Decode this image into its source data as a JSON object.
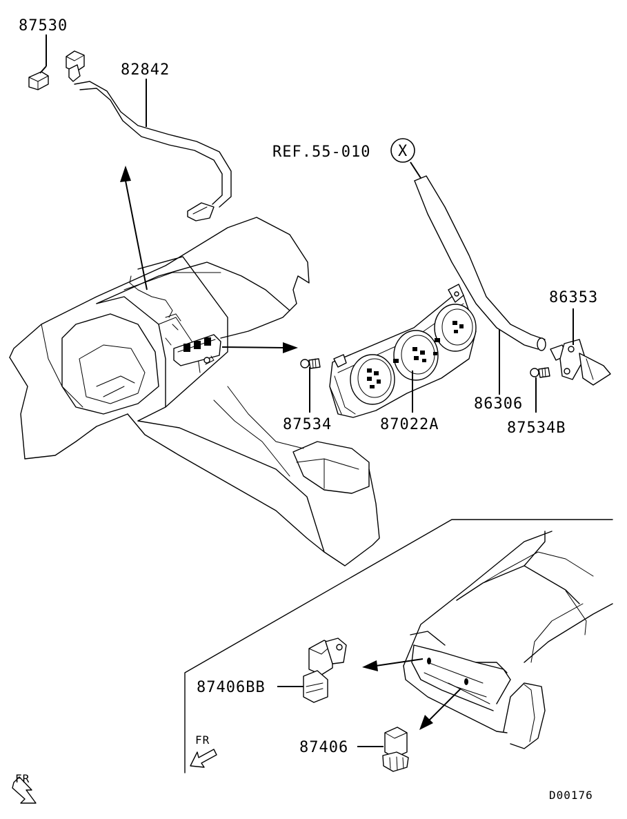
{
  "diagram": {
    "part_labels": {
      "p87530": "87530",
      "p82842": "82842",
      "ref": "REF.55-010",
      "ref_circle": "X",
      "p86353": "86353",
      "p86306": "86306",
      "p87534": "87534",
      "p87022A": "87022A",
      "p87534B": "87534B",
      "p87406BB": "87406BB",
      "p87406": "87406"
    },
    "fr_inset": "FR",
    "fr_main": "FR",
    "drawing_code": "D00176"
  }
}
